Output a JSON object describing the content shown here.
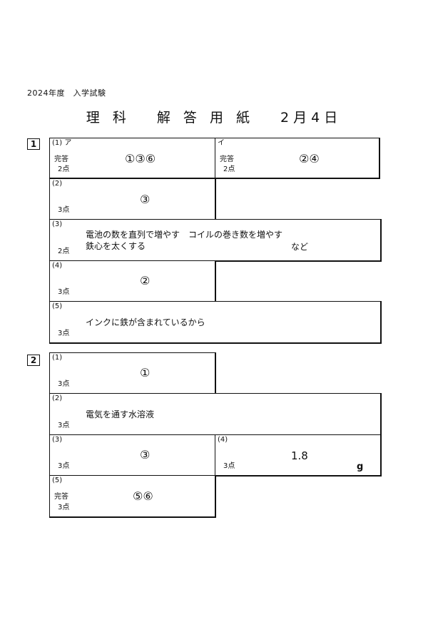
{
  "header": {
    "exam_label": "2024年度　入学試験"
  },
  "title": "理 科　 解 答 用 紙　 2月4日",
  "q1": {
    "num": "1",
    "p1a": {
      "label": "(1) ア",
      "complete": "完答",
      "points": "2点",
      "answer": "①③⑥"
    },
    "p1i": {
      "label": "イ",
      "complete": "完答",
      "points": "2点",
      "answer": "②④"
    },
    "p2": {
      "label": "(2)",
      "points": "3点",
      "answer": "③"
    },
    "p3": {
      "label": "(3)",
      "points": "2点",
      "line1": "電池の数を直列で増やす　コイルの巻き数を増やす",
      "line2": "鉄心を太くする",
      "etc": "など"
    },
    "p4": {
      "label": "(4)",
      "points": "3点",
      "answer": "②"
    },
    "p5": {
      "label": "(5)",
      "points": "3点",
      "answer": "インクに鉄が含まれているから"
    }
  },
  "q2": {
    "num": "2",
    "p1": {
      "label": "(1)",
      "points": "3点",
      "answer": "①"
    },
    "p2": {
      "label": "(2)",
      "points": "3点",
      "answer": "電気を通す水溶液"
    },
    "p3": {
      "label": "(3)",
      "points": "3点",
      "answer": "③"
    },
    "p4": {
      "label": "(4)",
      "points": "3点",
      "answer": "1.8",
      "unit": "g"
    },
    "p5": {
      "label": "(5)",
      "complete": "完答",
      "points": "3点",
      "answer": "⑤⑥"
    }
  }
}
